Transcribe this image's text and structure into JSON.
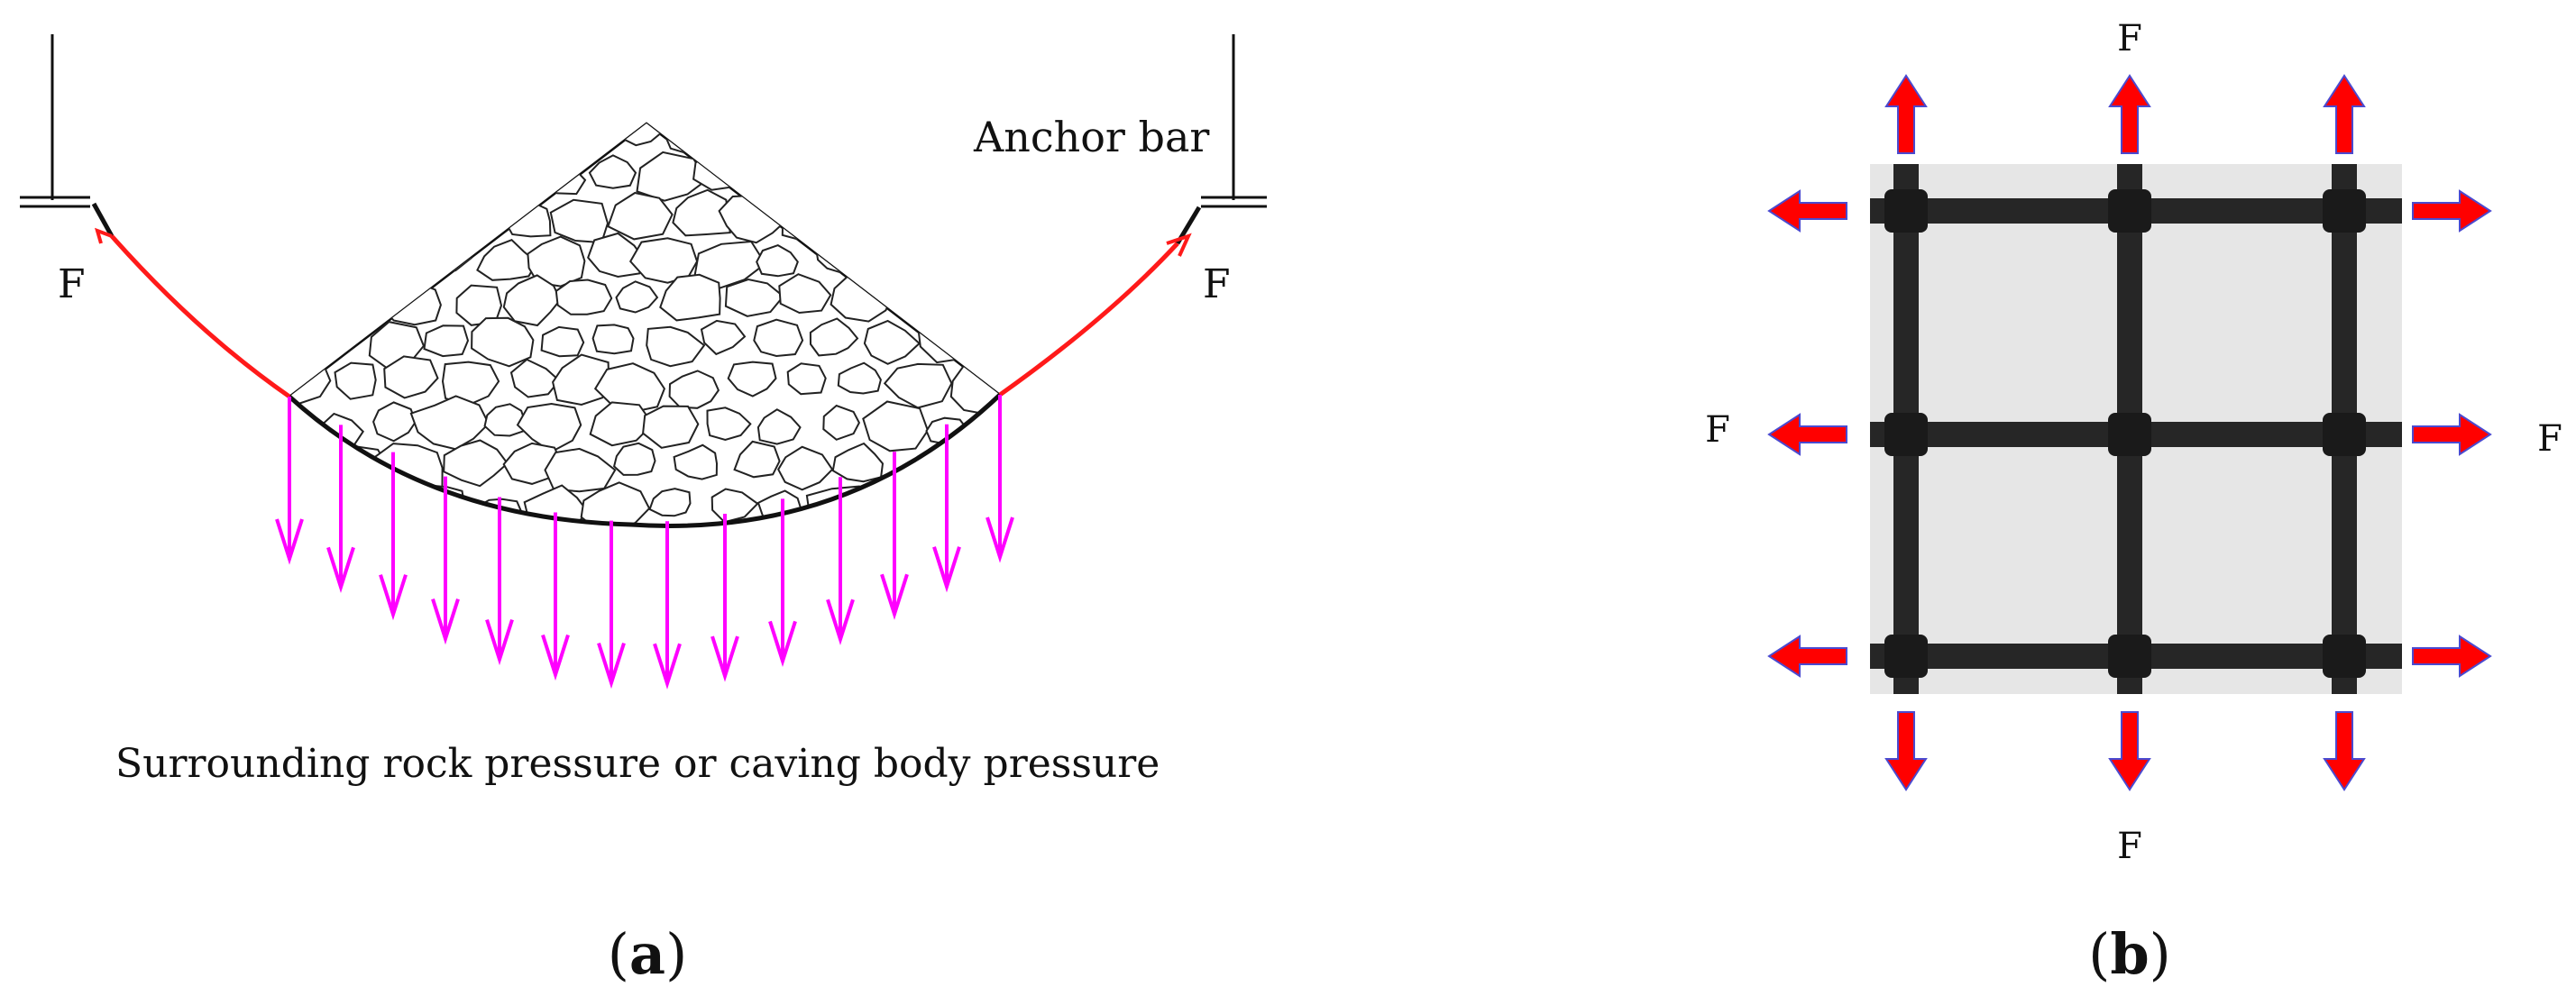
{
  "panel_a": {
    "anchor_label": "Anchor bar",
    "force_left": "F",
    "force_right": "F",
    "pressure_label": "Surrounding rock pressure or caving body pressure",
    "caption_open": "(",
    "caption_letter": "a",
    "caption_close": ")"
  },
  "panel_b": {
    "force_top": "F",
    "force_bottom": "F",
    "force_left": "F",
    "force_right": "F",
    "caption_open": "(",
    "caption_letter": "b",
    "caption_close": ")"
  },
  "colors": {
    "load_arrows": "#ff00ff",
    "tension": "#ff1a1a",
    "pull_arrows": "#ff0000",
    "arrow_outline": "#4a4ad0",
    "grid_bars": "#262626",
    "mesh_background": "#e6e6e6",
    "ink": "#111111"
  }
}
